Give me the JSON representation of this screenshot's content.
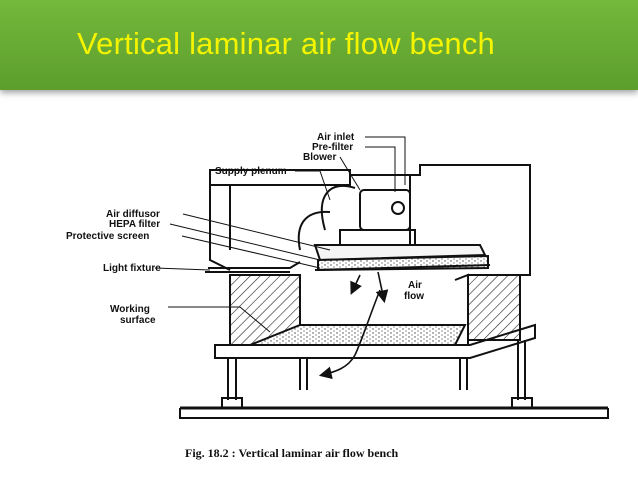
{
  "slide": {
    "title": "Vertical laminar air flow bench",
    "accent_color": "#6aad35",
    "title_color": "#f4f400"
  },
  "diagram": {
    "labels": {
      "air_inlet": "Air inlet",
      "pre_filter": "Pre-filter",
      "blower": "Blower",
      "supply_plenum": "Supply plenum",
      "air_diffusor": "Air diffusor",
      "hepa_filter": "HEPA filter",
      "protective_screen": "Protective screen",
      "light_fixture": "Light fixture",
      "working": "Working",
      "surface": "surface",
      "air": "Air",
      "flow": "flow"
    },
    "caption": "Fig. 18.2 : Vertical laminar air flow bench"
  }
}
